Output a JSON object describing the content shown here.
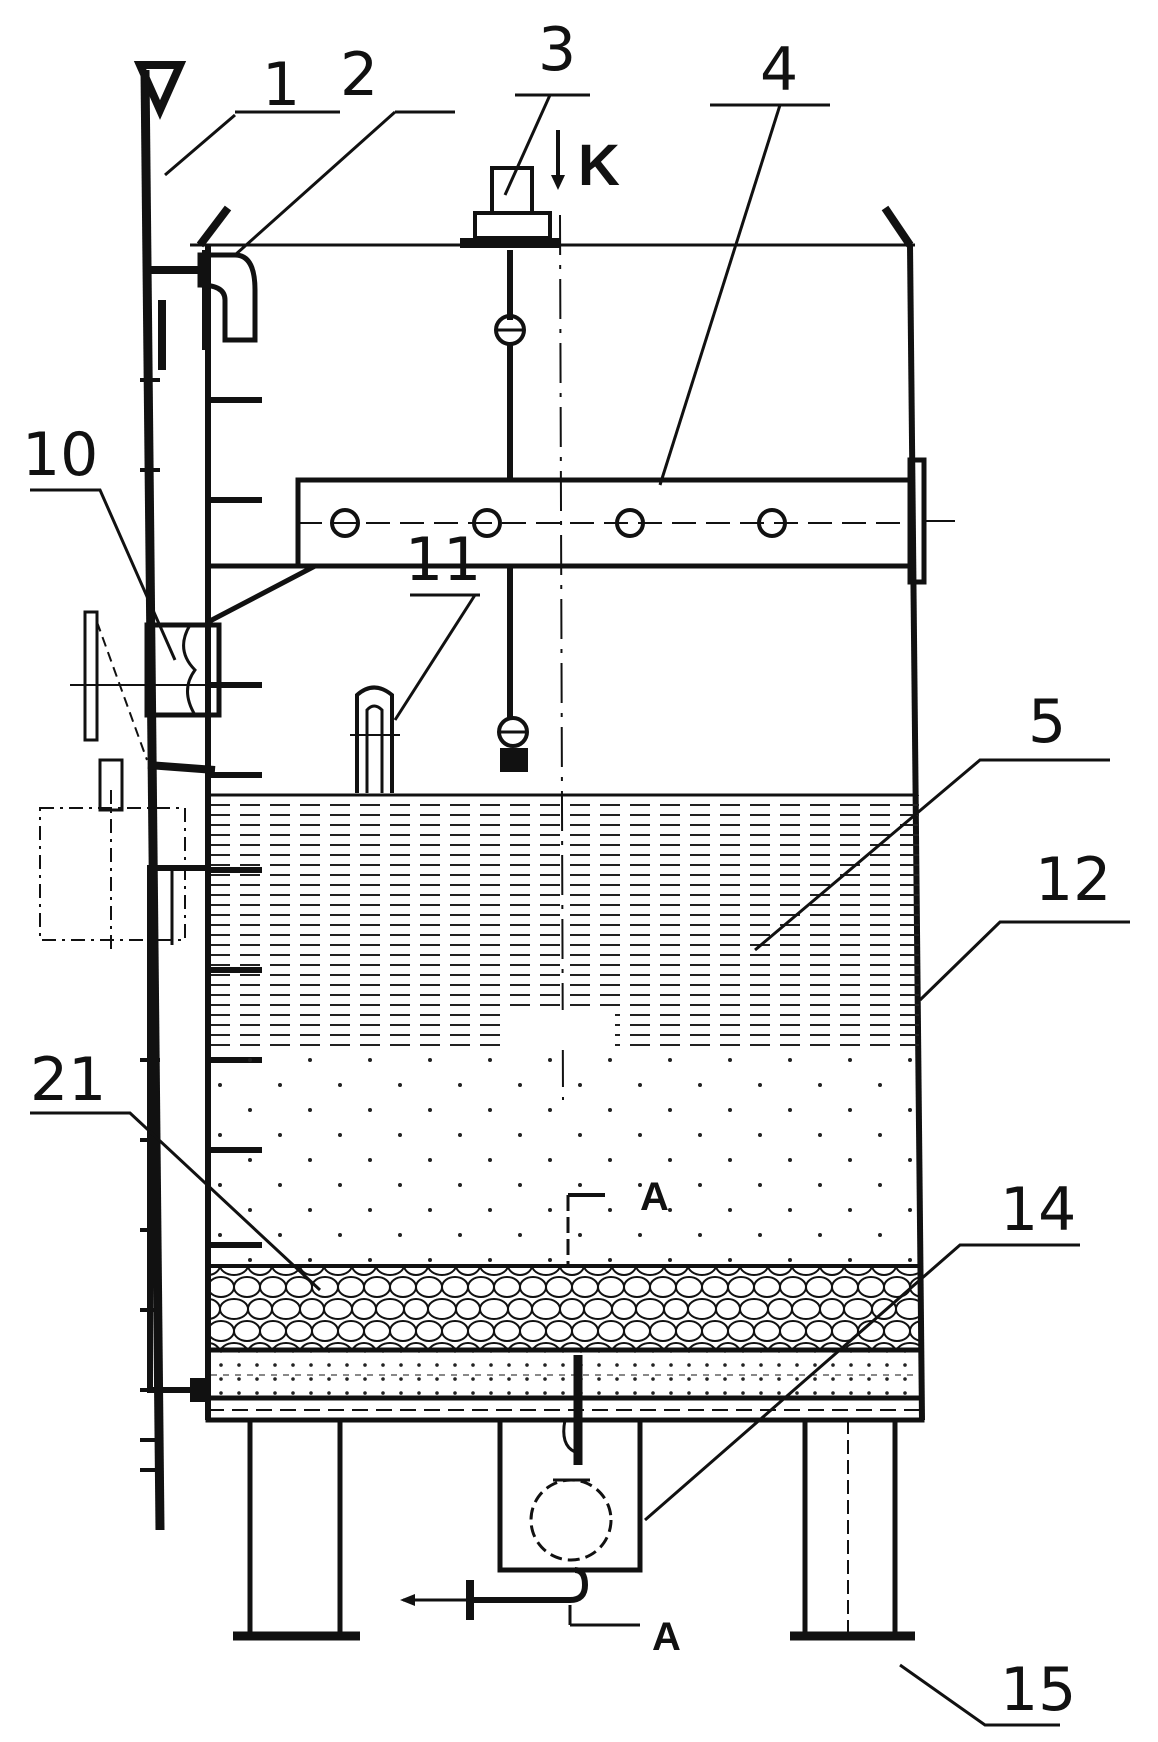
{
  "diagram": {
    "part_labels": {
      "p1": "1",
      "p2": "2",
      "p3": "3",
      "p4": "4",
      "p5": "5",
      "p10": "10",
      "p11": "11",
      "p12": "12",
      "p14": "14",
      "p15": "15",
      "p21": "21"
    },
    "view_marker": "K",
    "section_marker_top": "A",
    "section_marker_bottom": "A"
  }
}
